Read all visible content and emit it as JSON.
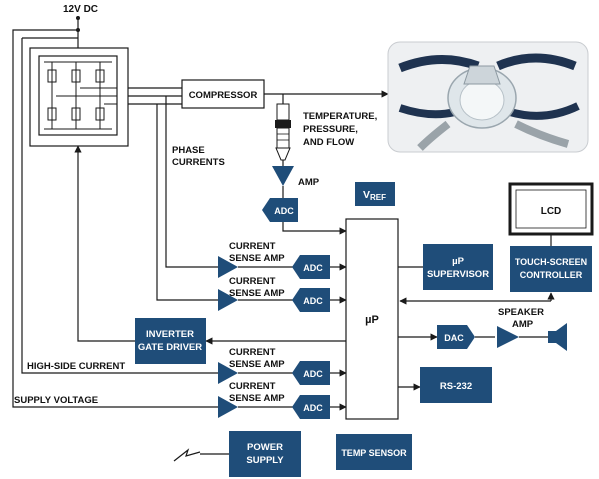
{
  "colors": {
    "block_fill": "#1f4d79",
    "block_text": "#ffffff",
    "line": "#1a1a1a",
    "background": "#ffffff"
  },
  "labels": {
    "supply_12v": "12V DC",
    "compressor": "COMPRESSOR",
    "sensor_line1": "TEMPERATURE,",
    "sensor_line2": "PRESSURE,",
    "sensor_line3": "AND FLOW",
    "phase_line1": "PHASE",
    "phase_line2": "CURRENTS",
    "amp": "AMP",
    "adc": "ADC",
    "vref_main": "V",
    "vref_sub": "REF",
    "up": "µP",
    "up_supervisor_line1": "µP",
    "up_supervisor_line2": "SUPERVISOR",
    "lcd": "LCD",
    "touch_line1": "TOUCH-SCREEN",
    "touch_line2": "CONTROLLER",
    "current_line1": "CURRENT",
    "current_line2": "SENSE AMP",
    "inverter_line1": "INVERTER",
    "inverter_line2": "GATE DRIVER",
    "dac": "DAC",
    "speaker_line1": "SPEAKER",
    "speaker_line2": "AMP",
    "high_side_current": "HIGH-SIDE CURRENT",
    "supply_voltage": "SUPPLY VOLTAGE",
    "rs232": "RS-232",
    "power_line1": "POWER",
    "power_line2": "SUPPLY",
    "temp_sensor": "TEMP SENSOR"
  },
  "icons": {
    "mosfet_bridge": "three-phase-mosfet-bridge-icon",
    "sensor": "flow-sensor-icon",
    "mask": "cpap-mask-photo",
    "speaker": "speaker-icon",
    "ac_input": "lightning-bolt-icon"
  }
}
